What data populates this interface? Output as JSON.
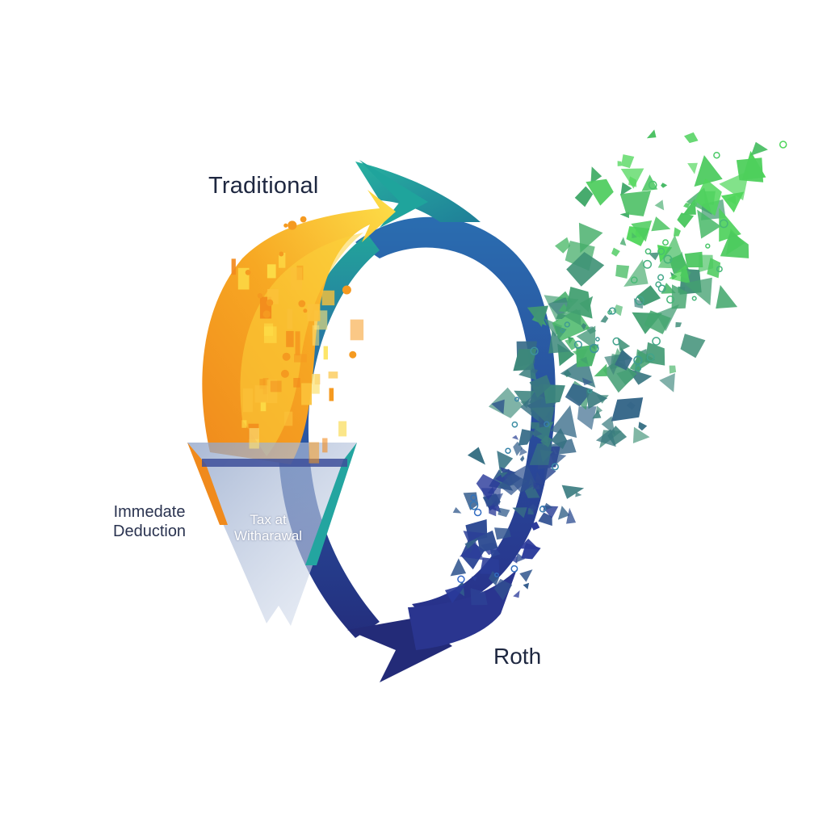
{
  "labels": {
    "traditional": "Traditional",
    "roth": "Roth",
    "immediate_deduction": [
      "Immedate",
      "Deduction"
    ],
    "tax_at_withdrawal": [
      "Tax at",
      "Witharawal"
    ]
  },
  "colors": {
    "flame_dark": "#f08a1c",
    "flame_mid": "#f7a823",
    "flame_light": "#fde04a",
    "arrow_teal": "#1f9a9a",
    "arrow_blue": "#2b3f98",
    "arrow_navy": "#222c7a",
    "shard_green": "#4fd65a",
    "shard_blue": "#2f63c9",
    "text_dark": "#1e2740"
  }
}
